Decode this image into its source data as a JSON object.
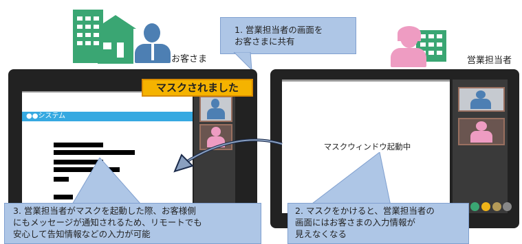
{
  "customer_label": "お客さま",
  "staff_label": "営業担当者",
  "callout_top": "1. 営業担当者の画面を\nお客さまに共有",
  "mask_banner": "マスクされました",
  "system_bar": "●●システム",
  "mask_window_text": "マスクウィンドウ起動中",
  "callout_left": "3. 営業担当者がマスクを起動した際、お客様側\nにもメッセージが通知されるため、リモートでも\n安心して告知情報などの入力が可能",
  "callout_right": "2. マスクをかけると、営業担当者の\n画面にはお客さまの入力情報が\n見えなくなる",
  "colors": {
    "accent_green": "#3aa673",
    "customer_blue": "#4d7fb3",
    "staff_pink": "#ee9cc2",
    "callout_bg": "#aec6e6",
    "mask_yellow": "#f5b300",
    "system_bar": "#36a9e1"
  },
  "icons": [
    "office-building-icon",
    "house-icon",
    "customer-person-icon",
    "staff-person-icon",
    "staff-building-icon",
    "curved-arrow-icon"
  ]
}
